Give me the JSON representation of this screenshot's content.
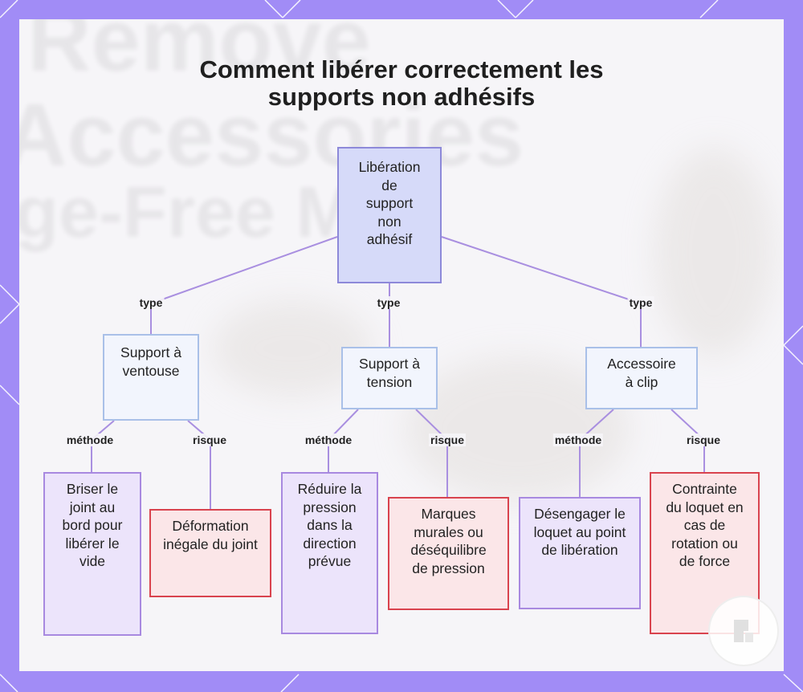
{
  "title": "Comment libérer correctement les supports non adhésifs",
  "root": {
    "label": "Libération de support non adhésif"
  },
  "edge_labels": {
    "type": "type",
    "methode": "méthode",
    "risque": "risque"
  },
  "categories": [
    {
      "label": "Support à ventouse",
      "methode": "Briser le joint au bord pour libérer le vide",
      "risque": "Déformation inégale du joint"
    },
    {
      "label": "Support à tension",
      "methode": "Réduire la pression dans la direction prévue",
      "risque": "Marques murales ou déséquilibre de pression"
    },
    {
      "label": "Accessoire à clip",
      "methode": "Désengager le loquet au point de libération",
      "risque": "Contrainte du loquet en cas de rotation ou de force"
    }
  ],
  "background_text": [
    "Remove",
    "Accessories",
    "ge-Free Met"
  ],
  "colors": {
    "frame": "#a18cf6",
    "edge": "#a98fe0",
    "root_fill": "#d6daf9",
    "category_fill": "#f2f5fd",
    "method_fill": "#ece4fb",
    "risk_fill": "#fbe6e8",
    "risk_border": "#d9434e"
  }
}
